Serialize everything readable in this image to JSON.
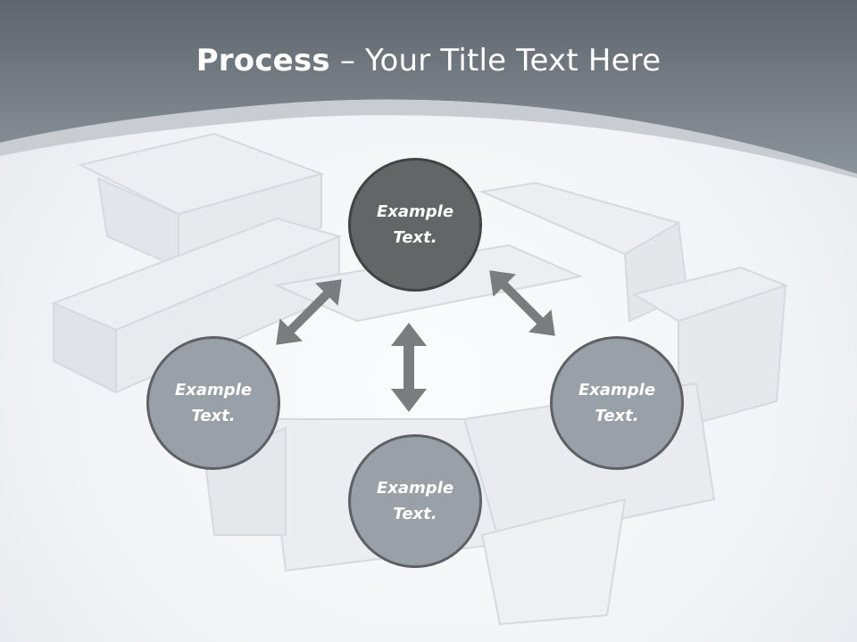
{
  "title": {
    "bold": "Process",
    "rest": " – Your Title Text Here"
  },
  "nodes": {
    "top": {
      "line1": "Example",
      "line2": "Text."
    },
    "left": {
      "line1": "Example",
      "line2": "Text."
    },
    "right": {
      "line1": "Example",
      "line2": "Text."
    },
    "bottom": {
      "line1": "Example",
      "line2": "Text."
    }
  },
  "colors": {
    "header": "#6d757d",
    "center_node": "#646567",
    "outer_node": "#9aa0a8",
    "arrow": "#7a7c7f"
  }
}
